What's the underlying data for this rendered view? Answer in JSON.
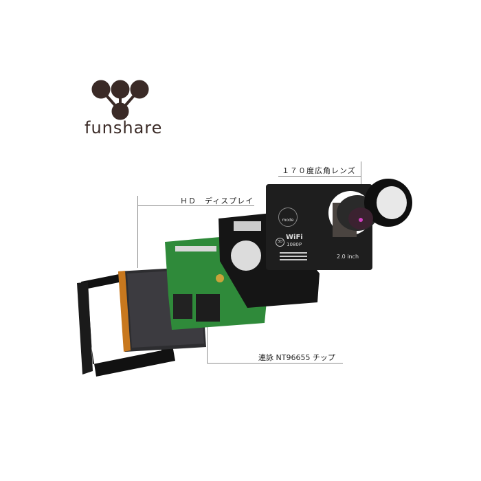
{
  "logo": {
    "text": "funshare"
  },
  "callouts": {
    "lens": "１７０度広角レンズ",
    "display": "ＨＤ　ディスプレイ",
    "chip": "連詠 NT96655 チップ"
  },
  "camera_front": {
    "button_label": "mode",
    "badge": "3D",
    "wifi": "WiFi",
    "resolution": "1080P",
    "screen_size": "2.0 inch"
  }
}
